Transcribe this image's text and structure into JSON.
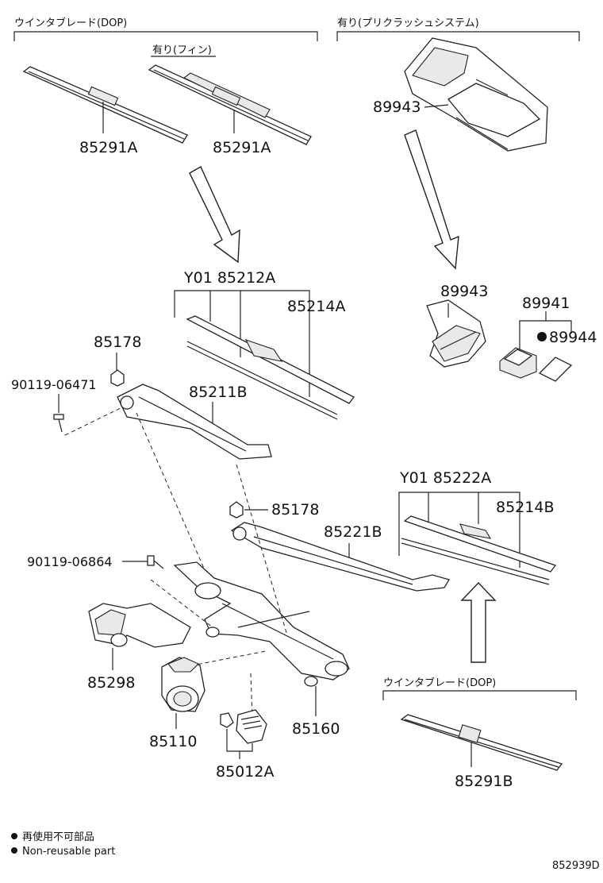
{
  "headers": {
    "front_blade_dop": "ウインタブレード(DOP)",
    "with_fin": "有り(フィン)",
    "with_precrash": "有り(プリクラッシュシステム)",
    "rear_blade_dop": "ウインタブレード(DOP)"
  },
  "parts": {
    "p85291a_left": "85291A",
    "p85291a_right": "85291A",
    "p89943_top": "89943",
    "p89943_mid": "89943",
    "p89941": "89941",
    "p89944": "89944",
    "y01_85212a": "Y01 85212A",
    "p85214a": "85214A",
    "p85178_top": "85178",
    "p90119_06471": "90119-06471",
    "p85211b": "85211B",
    "y01_85222a": "Y01 85222A",
    "p85214b": "85214B",
    "p85178_mid": "85178",
    "p85221b": "85221B",
    "p90119_06864": "90119-06864",
    "p85298": "85298",
    "p85110": "85110",
    "p85160": "85160",
    "p85012a": "85012A",
    "p85291b": "85291B"
  },
  "legend": {
    "jp": "再使用不可部品",
    "en": "Non-reusable part"
  },
  "diagram_id": "852939D"
}
